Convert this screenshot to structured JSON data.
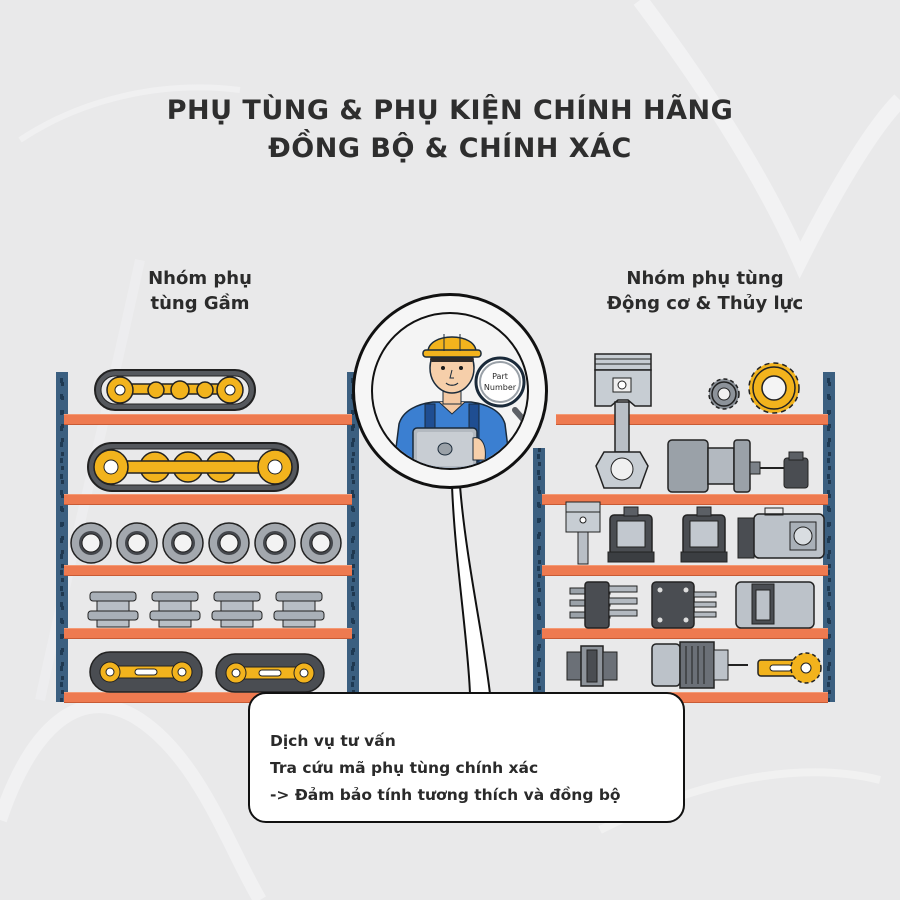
{
  "title": {
    "line1": "PHỤ TÙNG & PHỤ KIỆN CHÍNH HÃNG",
    "line2": "ĐỒNG BỘ & CHÍNH XÁC"
  },
  "groups": {
    "left": {
      "line1": "Nhóm phụ",
      "line2": "tùng Gầm"
    },
    "right": {
      "line1": "Nhóm phụ tùng",
      "line2": "Động cơ & Thủy lực"
    }
  },
  "center": {
    "figure": "technician-with-tablet",
    "magnifier_text_line1": "Part",
    "magnifier_text_line2": "Number"
  },
  "callout": {
    "line1": "Dịch vụ tư vấn",
    "line2": "Tra cứu mã phụ tùng chính xác",
    "line3": "-> Đảm bảo tính tương thích và đồng bộ"
  },
  "left_rack": {
    "shelves": [
      {
        "items": [
          "track-roller-frame-small"
        ]
      },
      {
        "items": [
          "track-roller-frame-large"
        ]
      },
      {
        "items": [
          "idler-ring",
          "idler-ring",
          "idler-ring",
          "idler-ring",
          "idler-ring",
          "idler-ring"
        ]
      },
      {
        "items": [
          "bushing",
          "bushing",
          "bushing",
          "bushing"
        ]
      },
      {
        "items": [
          "track-frame",
          "track-frame"
        ]
      }
    ]
  },
  "right_rack": {
    "shelves": [
      {
        "items": [
          "piston-connecting-rod",
          "gear-small",
          "gear-large"
        ]
      },
      {
        "items": [
          "hydraulic-cylinder",
          "solenoid"
        ]
      },
      {
        "items": [
          "piston",
          "valve-block",
          "valve-block",
          "hydraulic-pump"
        ]
      },
      {
        "items": [
          "manifold",
          "control-valve",
          "pump-housing"
        ]
      },
      {
        "items": [
          "coupling",
          "electric-motor",
          "sprocket-arm"
        ]
      }
    ]
  },
  "colors": {
    "background": "#e9e9ea",
    "beam": "#ee7a50",
    "post": "#3b5f80",
    "yellow_part": "#f2b31d",
    "grey_part": "#a9b0b8",
    "dark_part": "#4a4d52"
  }
}
